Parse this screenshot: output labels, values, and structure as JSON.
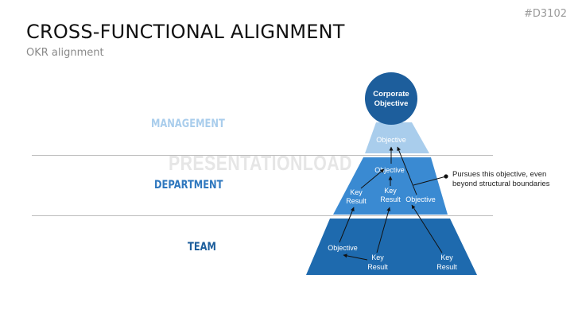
{
  "slide_id": "#D3102",
  "title": "CROSS-FUNCTIONAL ALIGNMENT",
  "subtitle": "OKR alignment",
  "levels": {
    "management": "MANAGEMENT",
    "department": "DEPARTMENT",
    "team": "TEAM"
  },
  "watermark": "PRESENTATIONLOAD",
  "pyramid": {
    "corporate_objective": [
      "Corporate",
      "Objective"
    ],
    "management_objective": "Objective",
    "department": {
      "objective_top": "Objective",
      "key_result_left": [
        "Key",
        "Result"
      ],
      "key_result_mid": [
        "Key",
        "Result"
      ],
      "objective_right": "Objective"
    },
    "team": {
      "objective": "Objective",
      "key_result_mid": [
        "Key",
        "Result"
      ],
      "key_result_right": [
        "Key",
        "Result"
      ]
    }
  },
  "annotation": {
    "text_line1": "Pursues this objective, even",
    "text_line2": "beyond structural boundaries"
  },
  "colors": {
    "circle": "#1d5e9c",
    "management": "#a9cdec",
    "department": "#3a8ad2",
    "team": "#1e6aae"
  }
}
